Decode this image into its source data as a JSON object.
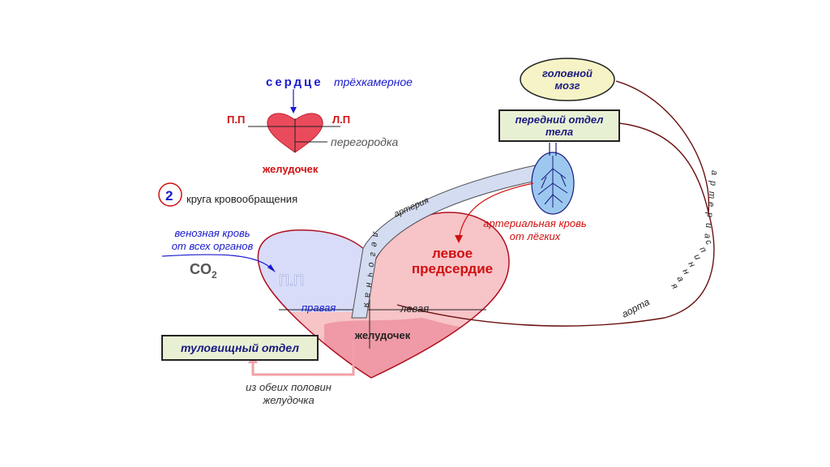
{
  "top": {
    "heart_word": "сердце",
    "chambers": "трёхкамерное",
    "left_atrium": "Л.П",
    "right_atrium": "П.П",
    "septum": "перегородка",
    "ventricle": "желудочек",
    "circles_number": "2",
    "circles_text": "круга кровообращения"
  },
  "brain": {
    "line1": "головной",
    "line2": "мозг"
  },
  "front_body": {
    "line1": "передний отдел",
    "line2": "тела"
  },
  "trunk_box": "туловищный отдел",
  "venous": {
    "line1": "венозная кровь",
    "line2": "от всех органов"
  },
  "co2": {
    "main": "CO",
    "sub": "2"
  },
  "arterial": {
    "line1": "артериальная кровь",
    "line2": "от лёгких"
  },
  "big_heart": {
    "right_atrium": "П.П",
    "left_atrium_line1": "левое",
    "left_atrium_line2": "предсердие",
    "right_half": "правая",
    "left_half": "левая",
    "ventricle": "желудочек"
  },
  "from_both": {
    "line1": "из обеих половин",
    "line2": "желудочка"
  },
  "vertical_labels": {
    "pulmonary_artery_letters": [
      "л",
      "е",
      "г",
      "о",
      "ч",
      "н",
      "а",
      "я"
    ],
    "artery_word": "артерия",
    "right_artery_letters": [
      "а",
      "р",
      "т",
      "е",
      "р",
      "и",
      "а"
    ],
    "spinal_letters": [
      "с",
      "п",
      "и",
      "н",
      "н",
      "а",
      "я"
    ],
    "aorta_word": "аорта"
  },
  "colors": {
    "blue_text": "#1a1acc",
    "red_text": "#d01010",
    "maroon_line": "#6a1010",
    "venous_fill": "#d8dcf8",
    "arterial_fill": "#f7c4c8",
    "ventricle_fill": "#ef9aa6",
    "box_fill": "#e8f0d4",
    "brain_fill": "#f6f3c6",
    "lung_fill": "#9cc8f0"
  }
}
